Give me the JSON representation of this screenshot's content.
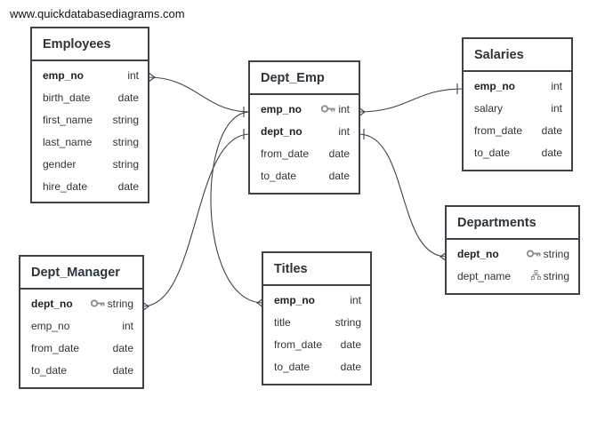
{
  "watermark": "www.quickdatabasediagrams.com",
  "tables": {
    "employees": {
      "title": "Employees",
      "fields": [
        {
          "name": "emp_no",
          "type": "int"
        },
        {
          "name": "birth_date",
          "type": "date"
        },
        {
          "name": "first_name",
          "type": "string"
        },
        {
          "name": "last_name",
          "type": "string"
        },
        {
          "name": "gender",
          "type": "string"
        },
        {
          "name": "hire_date",
          "type": "date"
        }
      ]
    },
    "dept_emp": {
      "title": "Dept_Emp",
      "fields": [
        {
          "name": "emp_no",
          "type": "int",
          "icon": "key-icon"
        },
        {
          "name": "dept_no",
          "type": "int"
        },
        {
          "name": "from_date",
          "type": "date"
        },
        {
          "name": "to_date",
          "type": "date"
        }
      ]
    },
    "salaries": {
      "title": "Salaries",
      "fields": [
        {
          "name": "emp_no",
          "type": "int"
        },
        {
          "name": "salary",
          "type": "int"
        },
        {
          "name": "from_date",
          "type": "date"
        },
        {
          "name": "to_date",
          "type": "date"
        }
      ]
    },
    "departments": {
      "title": "Departments",
      "fields": [
        {
          "name": "dept_no",
          "type": "string",
          "icon": "key-icon"
        },
        {
          "name": "dept_name",
          "type": "string",
          "icon": "index-icon"
        }
      ]
    },
    "dept_manager": {
      "title": "Dept_Manager",
      "fields": [
        {
          "name": "dept_no",
          "type": "string",
          "icon": "key-icon"
        },
        {
          "name": "emp_no",
          "type": "int"
        },
        {
          "name": "from_date",
          "type": "date"
        },
        {
          "name": "to_date",
          "type": "date"
        }
      ]
    },
    "titles": {
      "title": "Titles",
      "fields": [
        {
          "name": "emp_no",
          "type": "int"
        },
        {
          "name": "title",
          "type": "string"
        },
        {
          "name": "from_date",
          "type": "date"
        },
        {
          "name": "to_date",
          "type": "date"
        }
      ]
    }
  },
  "relationships": [
    {
      "from": "Employees.emp_no",
      "to": "Dept_Emp.emp_no",
      "from_end": "many",
      "to_end": "one"
    },
    {
      "from": "Dept_Emp.emp_no",
      "to": "Salaries.emp_no",
      "from_end": "many",
      "to_end": "one"
    },
    {
      "from": "Dept_Emp.dept_no",
      "to": "Departments.dept_no",
      "from_end": "one",
      "to_end": "many"
    },
    {
      "from": "Dept_Manager.dept_no",
      "to": "Dept_Emp.dept_no",
      "from_end": "many",
      "to_end": "one"
    },
    {
      "from": "Titles.emp_no",
      "to": "Dept_Emp.emp_no",
      "from_end": "many",
      "to_end": "one"
    }
  ]
}
